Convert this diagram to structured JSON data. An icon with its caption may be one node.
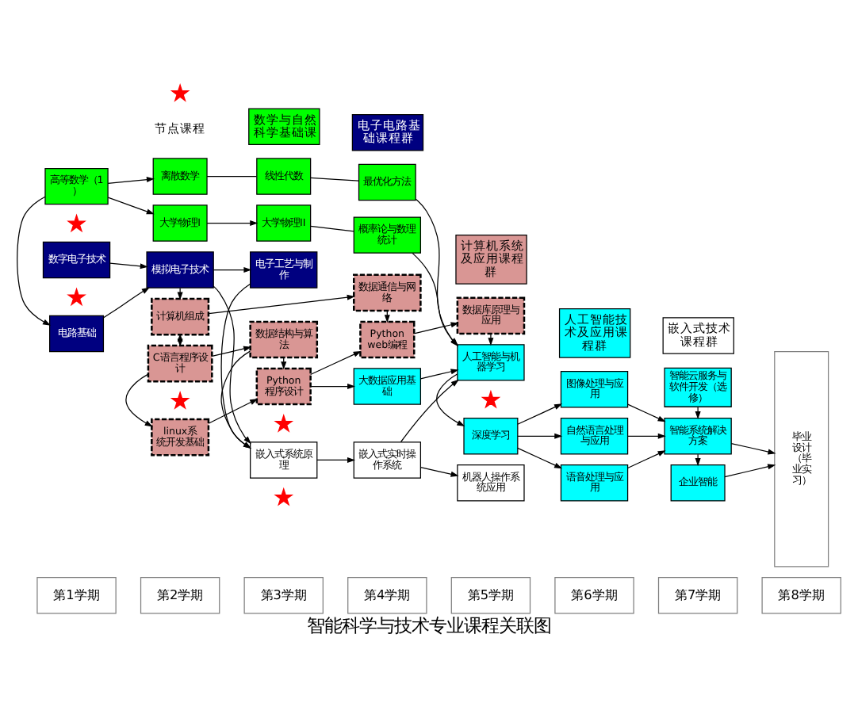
{
  "diagram": {
    "title": "智能科学与技术专业课程关联图",
    "nodes": [
      {
        "text": [
          "第1学期"
        ]
      },
      {
        "text": [
          "第2学期"
        ]
      },
      {
        "text": [
          "第3学期"
        ]
      },
      {
        "text": [
          "第4学期"
        ]
      },
      {
        "text": [
          "第5学期"
        ]
      },
      {
        "text": [
          "第6学期"
        ]
      },
      {
        "text": [
          "第7学期"
        ]
      },
      {
        "text": [
          "第8学期"
        ]
      },
      {
        "text": [
          "高等数学（1）"
        ]
      },
      {
        "text": [
          "大学物理I"
        ]
      },
      {
        "text": [
          "离散数学"
        ]
      },
      {
        "text": [
          "大学物理II"
        ]
      },
      {
        "text": [
          "线性代数"
        ]
      },
      {
        "text": [
          "概率论与数理统计"
        ]
      },
      {
        "text": [
          "最优化方法"
        ]
      },
      {
        "text": [
          "电路基础"
        ]
      },
      {
        "text": [
          "数字电子技术"
        ]
      },
      {
        "text": [
          "模拟电子技术"
        ]
      },
      {
        "text": [
          "电子工艺与制作"
        ]
      },
      {
        "text": [
          "嵌入式系统原理"
        ]
      },
      {
        "text": [
          "大数据应用基础"
        ]
      },
      {
        "text": [
          "嵌入式实时操作系统"
        ]
      },
      {
        "text": [
          "人工智能与机器学习"
        ]
      },
      {
        "text": [
          "深度学习"
        ]
      },
      {
        "text": [
          "机器人操作系统应用"
        ]
      },
      {
        "text": [
          "图像处理与应用"
        ]
      },
      {
        "text": [
          "自然语言处理与应用"
        ]
      },
      {
        "text": [
          "语音处理与应用"
        ]
      },
      {
        "text": [
          "企业智能"
        ]
      },
      {
        "text": [
          "智能系统解决方案"
        ]
      },
      {
        "text": [
          "智能云服务与软件开发（选修）"
        ]
      },
      {
        "text": [
          "毕业设计（毕业实习）"
        ]
      },
      {
        "text": [
          "计算机组成"
        ]
      },
      {
        "text": [
          "C语言程序设计"
        ]
      },
      {
        "text": [
          "数据结构与算法"
        ]
      },
      {
        "text": [
          "linux系统开发基础"
        ]
      },
      {
        "text": [
          "Python程序设计"
        ]
      },
      {
        "text": [
          "数据通信与网络"
        ]
      },
      {
        "text": [
          "数据库原理与应用"
        ]
      },
      {
        "text": [
          "Python web编程"
        ]
      }
    ],
    "edges": [
      {
        "from": 8,
        "to": 9,
        "arrow": "to"
      },
      {
        "from": 8,
        "to": 10,
        "arrow": "to"
      },
      {
        "from": 9,
        "to": 11,
        "arrow": "to"
      },
      {
        "from": 10,
        "to": 12,
        "arrow": "none"
      },
      {
        "from": 11,
        "to": 13,
        "arrow": "none"
      },
      {
        "from": 12,
        "to": 14,
        "arrow": "none"
      },
      {
        "from": 13,
        "to": 22,
        "arrow": "to"
      },
      {
        "from": 14,
        "to": 22,
        "arrow": "to"
      },
      {
        "from": 8,
        "to": 15,
        "arrow": "to"
      },
      {
        "from": 15,
        "to": 17,
        "arrow": "to"
      },
      {
        "from": 16,
        "to": 17,
        "arrow": "to"
      },
      {
        "from": 17,
        "to": 18,
        "arrow": "to"
      },
      {
        "from": 18,
        "to": 19,
        "arrow": "to"
      },
      {
        "from": 17,
        "to": 19,
        "arrow": "to"
      },
      {
        "from": 19,
        "to": 21,
        "arrow": "to"
      },
      {
        "from": 36,
        "to": 20,
        "arrow": "to"
      },
      {
        "from": 34,
        "to": 19,
        "arrow": "to"
      },
      {
        "from": 17,
        "to": 32,
        "arrow": "to"
      },
      {
        "from": 32,
        "to": 33,
        "arrow": "both"
      },
      {
        "from": 33,
        "to": 34,
        "arrow": "to"
      },
      {
        "from": 33,
        "to": 35,
        "arrow": "to"
      },
      {
        "from": 35,
        "to": 36,
        "arrow": "to"
      },
      {
        "from": 34,
        "to": 36,
        "arrow": "to"
      },
      {
        "from": 36,
        "to": 39,
        "arrow": "to"
      },
      {
        "from": 32,
        "to": 37,
        "arrow": "to"
      },
      {
        "from": 37,
        "to": 39,
        "arrow": "to"
      },
      {
        "from": 39,
        "to": 38,
        "arrow": "to"
      },
      {
        "from": 38,
        "to": 22,
        "arrow": "to"
      },
      {
        "from": 20,
        "to": 22,
        "arrow": "to"
      },
      {
        "from": 21,
        "to": 22,
        "arrow": "to"
      },
      {
        "from": 21,
        "to": 24,
        "arrow": "to"
      },
      {
        "from": 22,
        "to": 23,
        "arrow": "to"
      },
      {
        "from": 23,
        "to": 25,
        "arrow": "to"
      },
      {
        "from": 23,
        "to": 26,
        "arrow": "to"
      },
      {
        "from": 23,
        "to": 27,
        "arrow": "to"
      },
      {
        "from": 25,
        "to": 29,
        "arrow": "to"
      },
      {
        "from": 26,
        "to": 29,
        "arrow": "to"
      },
      {
        "from": 27,
        "to": 29,
        "arrow": "to"
      },
      {
        "from": 29,
        "to": 28,
        "arrow": "to"
      },
      {
        "from": 30,
        "to": 29,
        "arrow": "to"
      },
      {
        "from": 28,
        "to": 31,
        "arrow": "to"
      },
      {
        "from": 29,
        "to": 31,
        "arrow": "to"
      }
    ],
    "legend": [
      {
        "text": "节点课程"
      },
      {
        "text": "数学与自然科学基础课",
        "color": "#00ff00"
      },
      {
        "text": "电子电路基础课程群",
        "color": "#000080"
      },
      {
        "text": "计算机系统及应用课程群",
        "color": "#d99694"
      },
      {
        "text": "人工智能技术及应用课程群",
        "color": "#00ffff"
      },
      {
        "text": "嵌入式技术课程群",
        "color": "#ffffff"
      }
    ]
  }
}
